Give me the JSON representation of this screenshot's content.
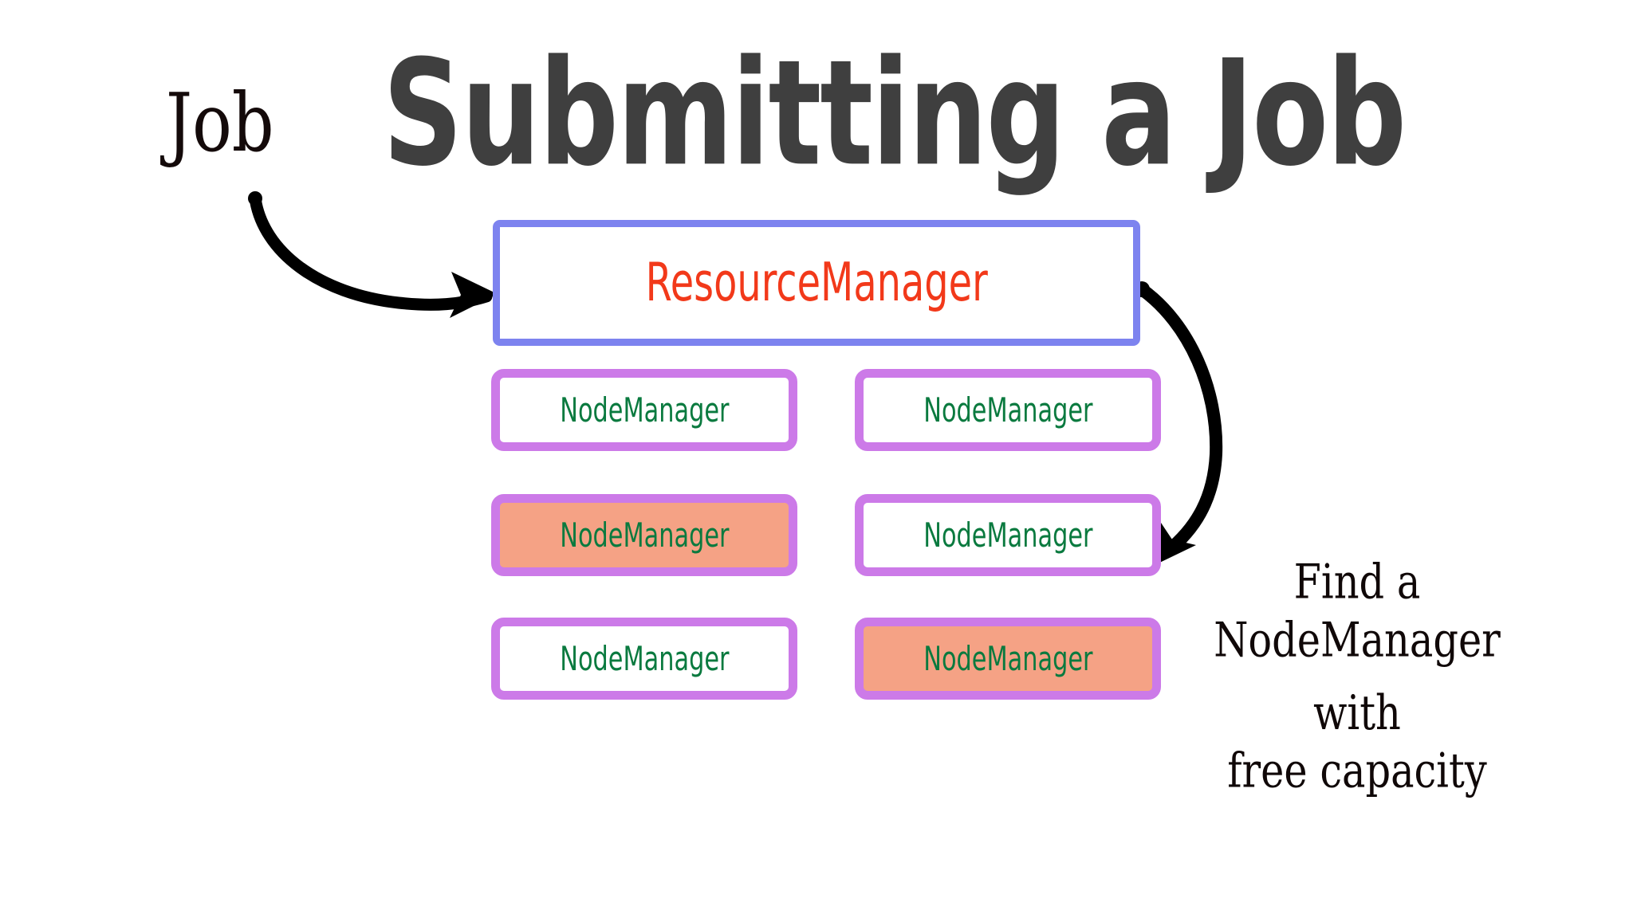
{
  "page": {
    "title": "Submitting a Job",
    "background_color": "#ffffff"
  },
  "labels": {
    "job": "Job"
  },
  "diagram": {
    "resource_manager": {
      "label": "ResourceManager",
      "border_color": "#7d83ef",
      "text_color": "#f2391a",
      "fill_color": "#ffffff"
    },
    "node_manager_border_color": "#cc7ae8",
    "node_manager_text_color": "#0a7a3f",
    "node_manager_busy_fill": "#f5a285",
    "node_manager_free_fill": "#ffffff",
    "nodes": [
      {
        "label": "NodeManager",
        "row": 1,
        "col": "left",
        "state": "free"
      },
      {
        "label": "NodeManager",
        "row": 1,
        "col": "right",
        "state": "free"
      },
      {
        "label": "NodeManager",
        "row": 2,
        "col": "left",
        "state": "busy"
      },
      {
        "label": "NodeManager",
        "row": 2,
        "col": "right",
        "state": "free"
      },
      {
        "label": "NodeManager",
        "row": 3,
        "col": "left",
        "state": "free"
      },
      {
        "label": "NodeManager",
        "row": 3,
        "col": "right",
        "state": "busy"
      }
    ]
  },
  "annotation": {
    "line1": "Find a",
    "line2": "NodeManager with",
    "line3": "free capacity",
    "text_color": "#100808"
  },
  "arrows": [
    {
      "name": "job-to-resourcemanager",
      "from": "Job",
      "to": "ResourceManager",
      "color": "#000000"
    },
    {
      "name": "resourcemanager-to-nodemanager",
      "from": "ResourceManager",
      "to": "NodeManager",
      "color": "#000000"
    }
  ]
}
